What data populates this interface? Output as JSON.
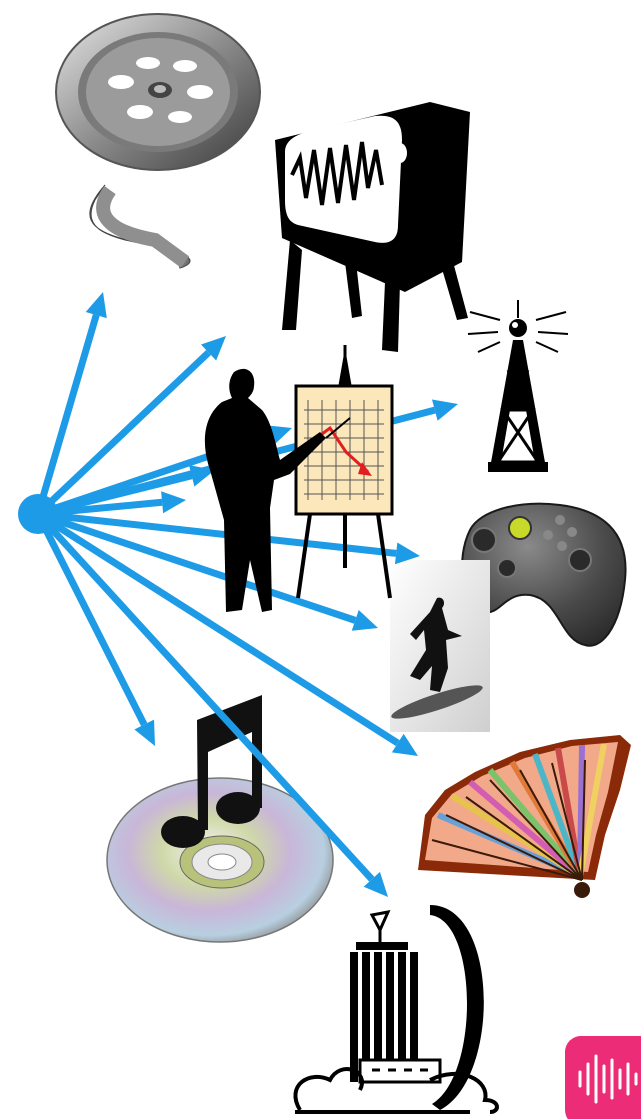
{
  "colors": {
    "arrow": "#1e9be6",
    "background": "#ffffff",
    "ink": "#000000",
    "badge": "#ec2c76",
    "chart_paper": "#fbe7b9",
    "chart_line": "#e02020"
  },
  "diagram": {
    "hub": {
      "icon": "hub-dot-icon"
    },
    "targets": [
      {
        "id": "film-reel",
        "icon": "film-reel-icon"
      },
      {
        "id": "television",
        "icon": "television-icon"
      },
      {
        "id": "radio-tower",
        "icon": "radio-tower-icon"
      },
      {
        "id": "presentation",
        "icon": "presenter-easel-icon"
      },
      {
        "id": "game-controller",
        "icon": "game-controller-icon"
      },
      {
        "id": "surfer",
        "icon": "surfer-icon"
      },
      {
        "id": "hand-fan",
        "icon": "hand-fan-icon"
      },
      {
        "id": "music-cd",
        "icon": "music-cd-icon"
      },
      {
        "id": "broadcast-building",
        "icon": "broadcast-building-icon"
      }
    ]
  },
  "badge": {
    "icon": "audio-waveform-icon"
  }
}
